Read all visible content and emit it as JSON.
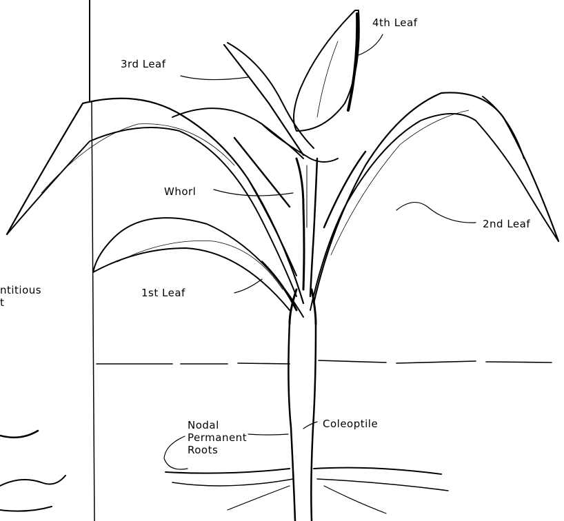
{
  "labels": {
    "fourth_leaf": "4th Leaf",
    "third_leaf": "3rd Leaf",
    "whorl": "Whorl",
    "second_leaf": "2nd Leaf",
    "first_leaf": "1st Leaf",
    "coleoptile": "Coleoptile",
    "nodal_line1": "Nodal",
    "nodal_line2": "Permanent",
    "nodal_line3": "Roots",
    "adventitious_line1": "ntitious",
    "adventitious_line2": "t"
  },
  "colors": {
    "ink": "#000000",
    "paper": "#ffffff"
  }
}
